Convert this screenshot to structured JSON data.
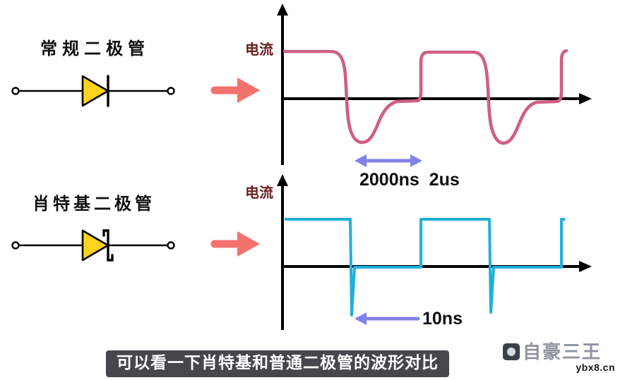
{
  "panels": {
    "regular": {
      "label": "常规二极管",
      "axis_label": "电流",
      "recovery_time": "2000ns  2us"
    },
    "schottky": {
      "label": "肖特基二极管",
      "axis_label": "电流",
      "recovery_time": "10ns"
    }
  },
  "caption": "可以看一下肖特基和普通二极管的波形对比",
  "watermark": {
    "name": "自豪三王",
    "site": "ybx8.cn"
  },
  "icons": {
    "red_arrow": "right-arrow-icon",
    "purple_double_arrow": "double-headed-arrow-icon",
    "purple_left_arrow": "left-arrow-icon",
    "watermark_logo": "brand-logo-icon"
  },
  "colors": {
    "regular_wave": "#cf5e87",
    "schottky_wave": "#1fb0da",
    "red_arrow": "#f4726d",
    "purple_arrow": "#8282e8",
    "diode_fill": "#ffd21c",
    "axis": "#000000",
    "caption_bg": "rgba(33,36,43,0.84)"
  }
}
